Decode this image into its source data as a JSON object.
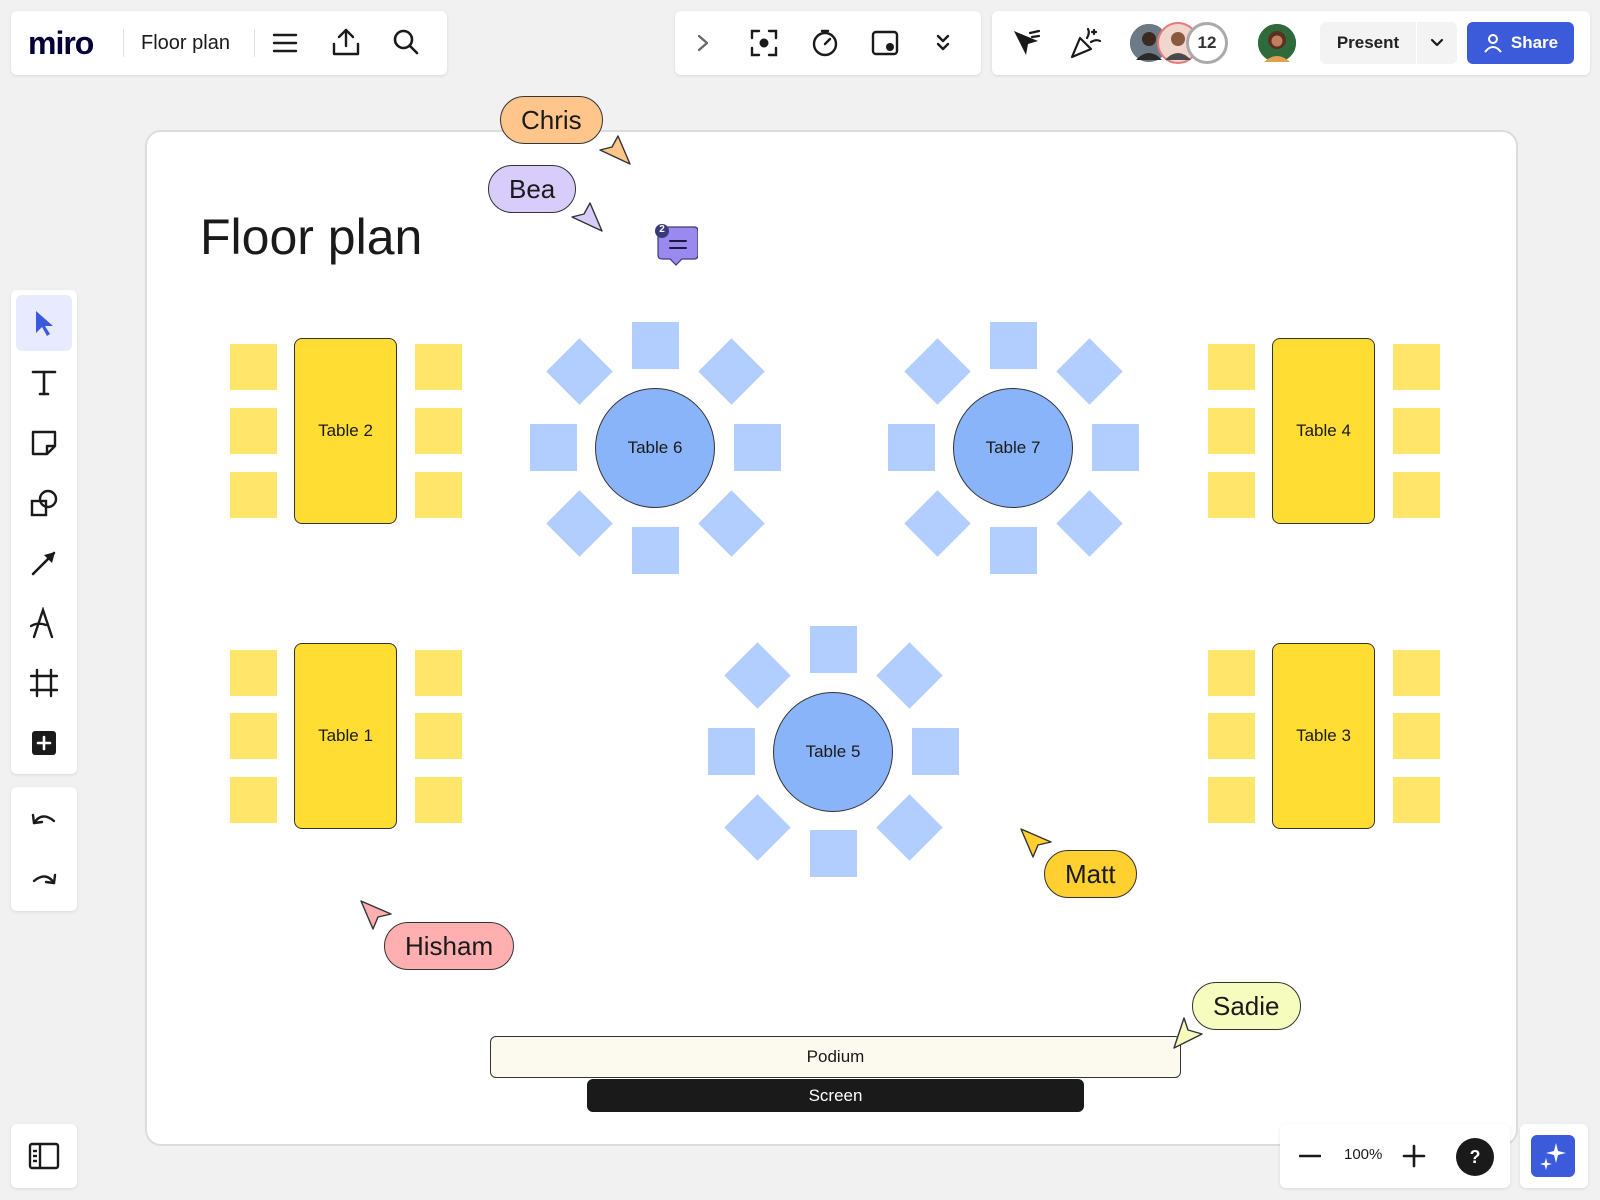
{
  "app": {
    "logo": "miro",
    "board_name": "Floor plan"
  },
  "header": {
    "toolbar_left_icons": [
      "menu-icon",
      "export-icon",
      "search-icon"
    ],
    "toolbar_mid_icons": [
      "chevron-right-icon",
      "focus-icon",
      "timer-icon",
      "voting-icon",
      "more-icon"
    ],
    "collaboration": {
      "icons": [
        "reactions-cursor-icon",
        "celebrate-icon"
      ],
      "avatar_count": "12"
    },
    "present_label": "Present",
    "share_label": "Share"
  },
  "left_toolbar": {
    "tools": [
      "select-tool",
      "text-tool",
      "sticky-note-tool",
      "shapes-tool",
      "line-tool",
      "pen-tool",
      "frame-tool",
      "more-tools"
    ],
    "history": [
      "undo",
      "redo"
    ]
  },
  "canvas": {
    "title": "Floor plan",
    "tables": {
      "table_1": "Table 1",
      "table_2": "Table 2",
      "table_3": "Table 3",
      "table_4": "Table 4",
      "table_5": "Table 5",
      "table_6": "Table 6",
      "table_7": "Table 7"
    },
    "podium": "Podium",
    "screen": "Screen",
    "comment_count": "2",
    "cursors": {
      "chris": "Chris",
      "bea": "Bea",
      "matt": "Matt",
      "hisham": "Hisham",
      "sadie": "Sadie"
    }
  },
  "bottom": {
    "zoom_level": "100%",
    "help_label": "?"
  },
  "colors": {
    "accent": "#3b5bdb",
    "table_rect": "#ffdd33",
    "seat_yellow": "#ffe569",
    "table_round": "#89b4fa",
    "seat_blue": "#b2cdff",
    "cursor_chris": "#ffc58a",
    "cursor_bea": "#d8ccfa",
    "cursor_matt": "#ffd02f",
    "cursor_hisham": "#ffafb0",
    "cursor_sadie": "#f6fcbd",
    "comment": "#9a8af0"
  }
}
